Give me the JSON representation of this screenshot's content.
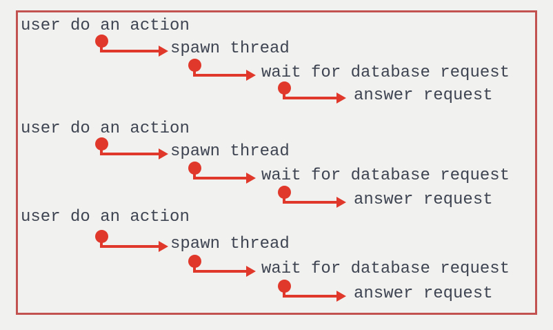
{
  "diagram": {
    "colors": {
      "background": "#f1f1ef",
      "frame_border": "#c15250",
      "arrow": "#e0392b",
      "text": "#3e4451"
    },
    "sequences": [
      {
        "steps": [
          "user do an action",
          "spawn thread",
          "wait for database request",
          "answer request"
        ]
      },
      {
        "steps": [
          "user do an action",
          "spawn thread",
          "wait for database request",
          "answer request"
        ]
      },
      {
        "steps": [
          "user do an action",
          "spawn thread",
          "wait for database request",
          "answer request"
        ]
      }
    ]
  }
}
